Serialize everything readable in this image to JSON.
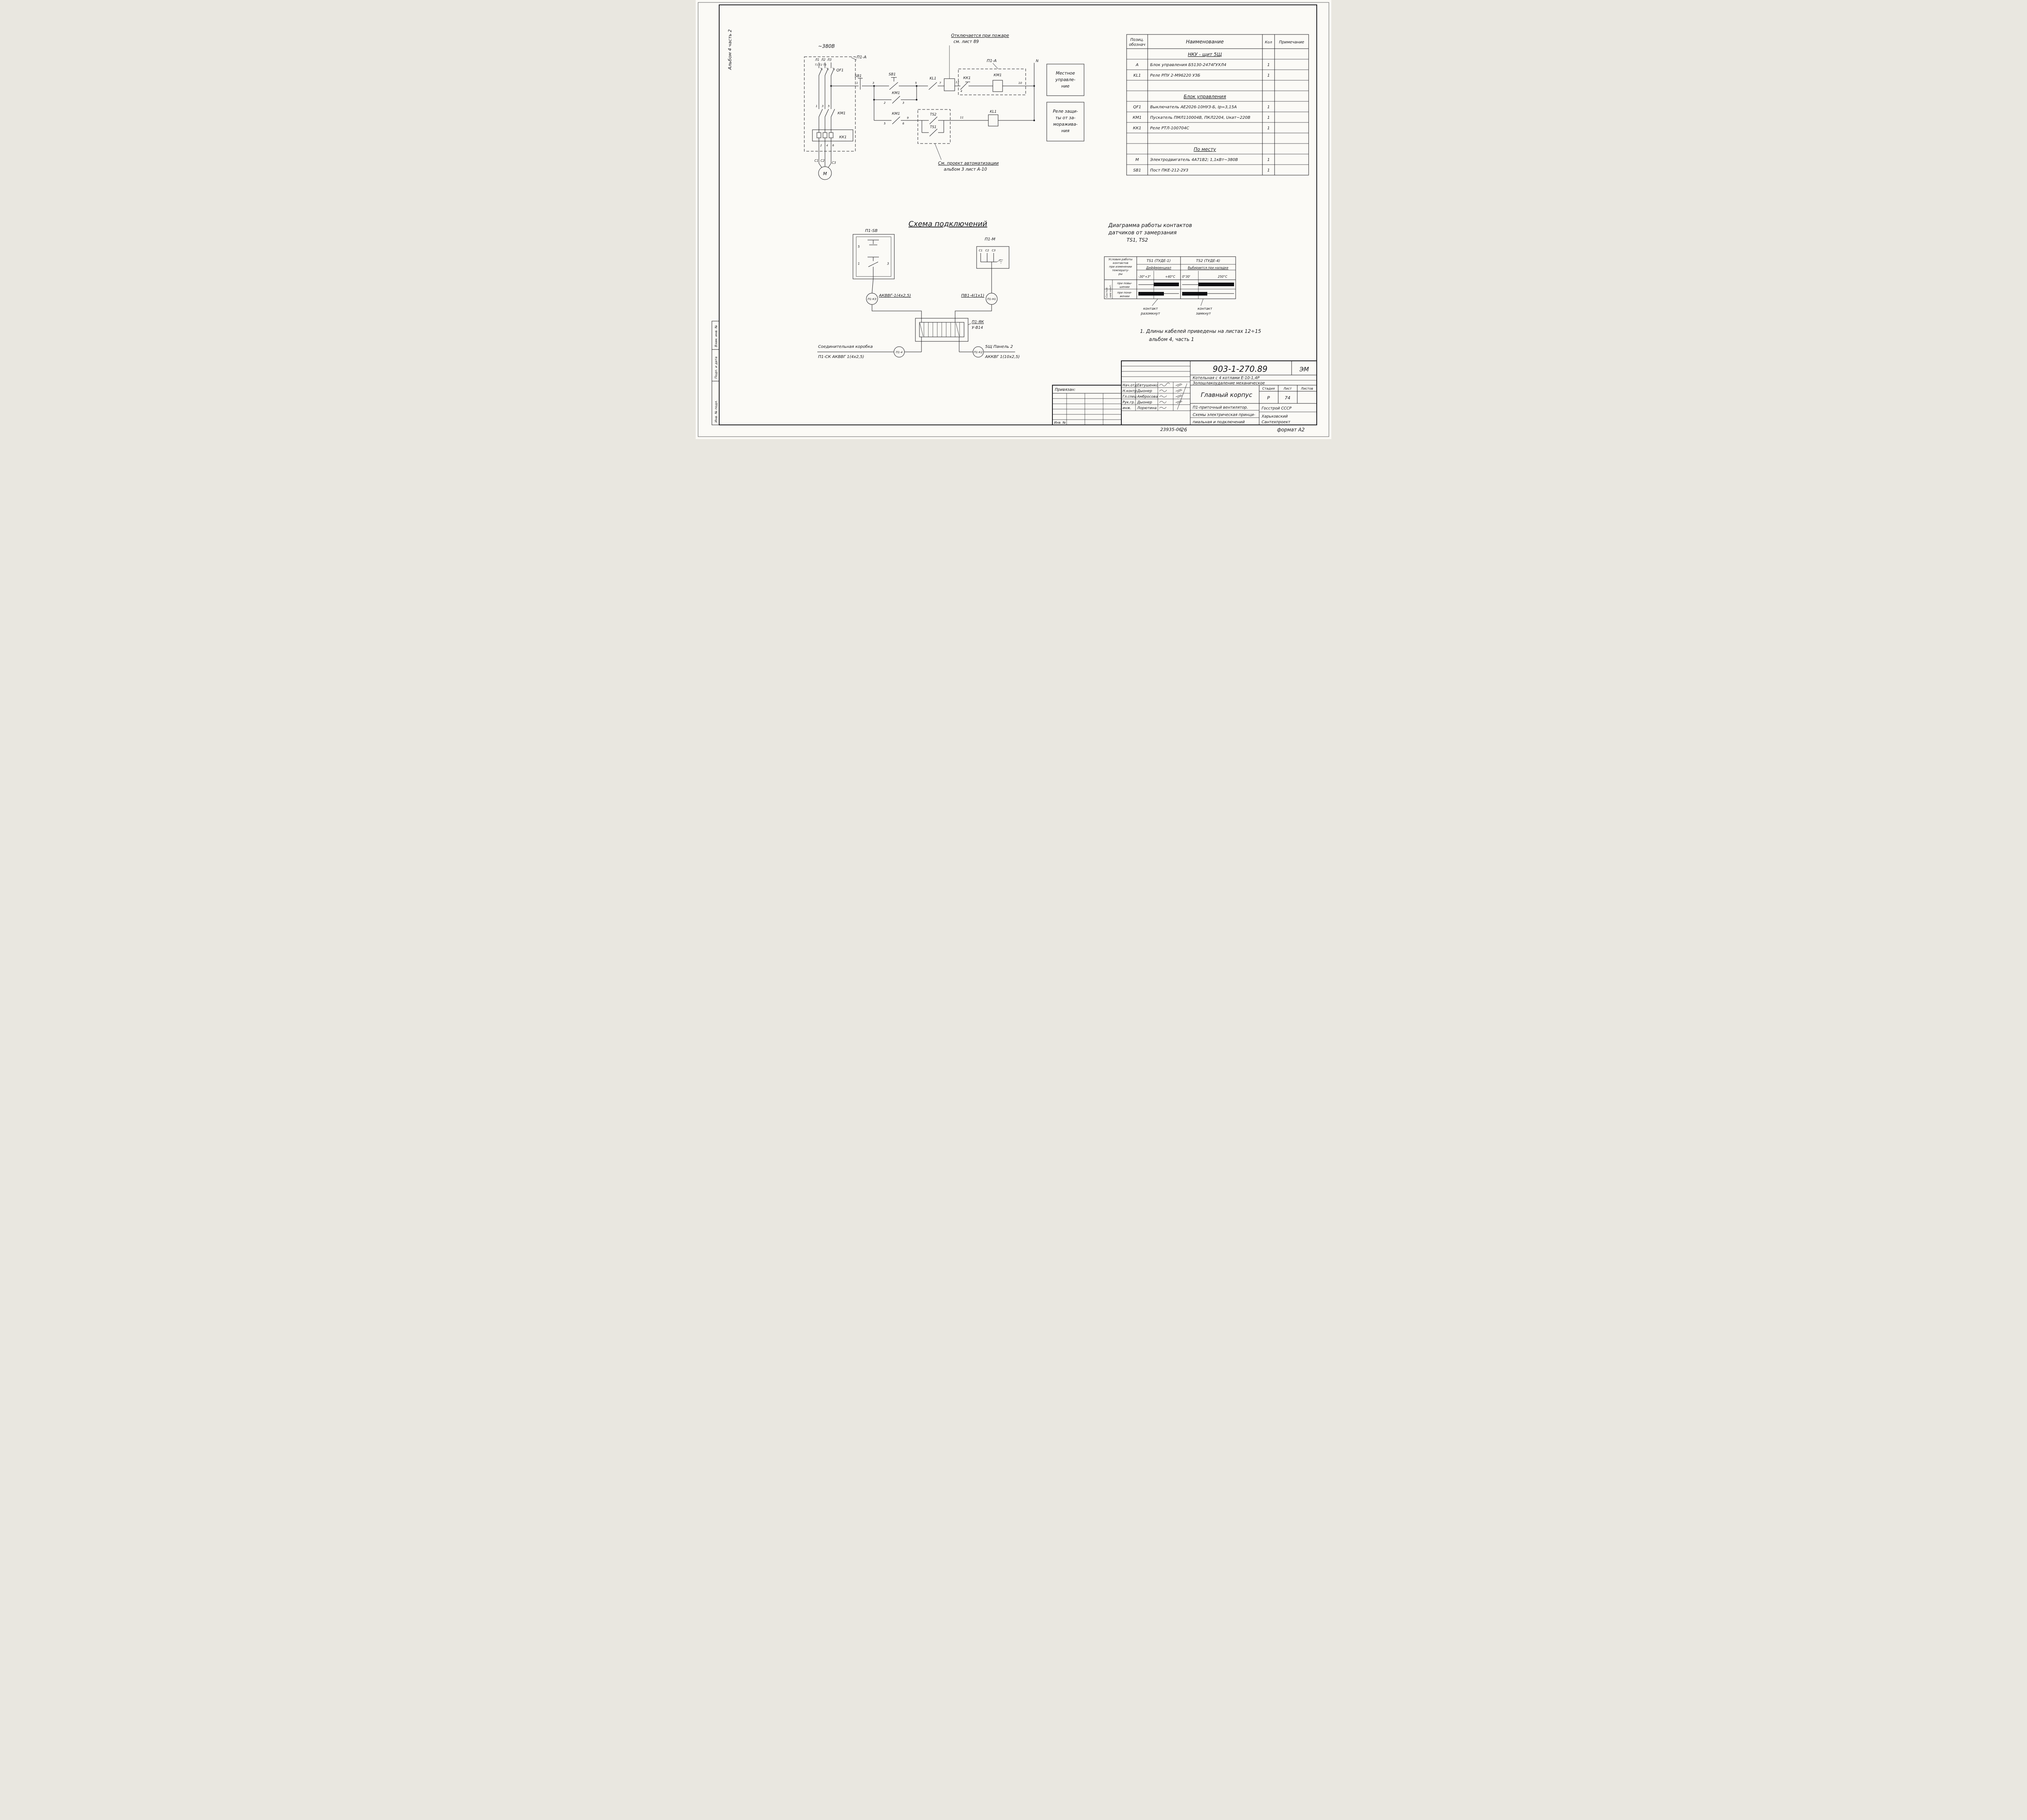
{
  "sheet": {
    "album_label": "Альбом 4 часть 2",
    "margin_labels": {
      "top": "Взам. инв. №",
      "middle": "Подп. и дата",
      "bottom": "Инв. № подл."
    },
    "footer": {
      "code": "23935-06",
      "page": "26",
      "format": "формат А2"
    }
  },
  "schematic": {
    "voltage": "~380В",
    "phase_labels": {
      "l1": "Л1",
      "l2": "Л2",
      "l3": "Л3",
      "t": "Т1 Т2 Т3"
    },
    "labels": {
      "qf1": "QF1",
      "p1a_left": "П1-А",
      "p1a_right": "П1-А",
      "km1_main": "КМ1",
      "kk1_heater": "КК1",
      "sb1_stop": "SB1",
      "sb1_start": "SB1",
      "kl1_contact": "KL1",
      "kk1_nc": "КК1",
      "km1_coil": "КМ1",
      "km1_hold": "КМ1",
      "km1_aux": "КМ1",
      "ts2": "TS2",
      "ts1": "TS1",
      "kl1_coil": "KL1",
      "n": "N",
      "motor": "М",
      "c1": "С1",
      "c2": "С2",
      "c3": "С3"
    },
    "wire_numbers": {
      "top": [
        "1",
        "3",
        "5"
      ],
      "bottom": [
        "2",
        "4",
        "6"
      ],
      "r1": [
        "1",
        "3",
        "5",
        "7",
        "13",
        "4",
        "10"
      ],
      "r2": [
        "2",
        "3"
      ],
      "r3": [
        "5",
        "6",
        "9",
        "11"
      ]
    },
    "fire_note": {
      "line1": "Отключается при пожаре",
      "line2": "см. лист 89"
    },
    "autom_note": {
      "line1": "См. проект автоматизации",
      "line2": "альбом 3 лист А-10"
    },
    "local_box": [
      "Местное",
      "управле-",
      "ние"
    ],
    "freeze_box": [
      "Реле защи-",
      "ты от за-",
      "моражива-",
      "ния"
    ]
  },
  "parts_table": {
    "header": {
      "pos1": "Позиц.",
      "pos2": "обознач",
      "name": "Наименование",
      "qty": "Кол",
      "note": "Примечание"
    },
    "rows": [
      {
        "pos": "",
        "name": "НКУ - щит 5Щ",
        "qty": ""
      },
      {
        "pos": "А",
        "name": "Блок управления Б5130-2474ГУХЛ4",
        "qty": "1"
      },
      {
        "pos": "KL1",
        "name": "Реле РПУ  2-М96220 УЗБ",
        "qty": "1"
      },
      {
        "pos": "",
        "name": "",
        "qty": ""
      },
      {
        "pos": "",
        "name": "Блок управления",
        "qty": ""
      },
      {
        "pos": "QF1",
        "name": "Выключатель АЕ2026-10НУЗ-Б, Iр=3,15А",
        "qty": "1"
      },
      {
        "pos": "КМ1",
        "name": "Пускатель ПМЛ110004В, ПКЛ2204, Uкат~220В",
        "qty": "1"
      },
      {
        "pos": "КК1",
        "name": "Реле РТЛ-100704С",
        "qty": "1"
      },
      {
        "pos": "",
        "name": "",
        "qty": ""
      },
      {
        "pos": "",
        "name": "По месту",
        "qty": ""
      },
      {
        "pos": "М",
        "name": "Электродвигатель 4А71В2; 1,1кВт~380В",
        "qty": "1"
      },
      {
        "pos": "SB1",
        "name": "Пост ПКЕ-212-2У3",
        "qty": "1"
      }
    ]
  },
  "connection": {
    "title": "Схема подключений",
    "p1sb": "П1-SB",
    "p1m": "П1-М",
    "sb_terminals": [
      "5",
      "1",
      "3"
    ],
    "m_terminals": [
      "С1",
      "С2",
      "С3"
    ],
    "marker_k3": "П1-К3",
    "marker_n1": "П1-Н1",
    "marker_4": "П1-4",
    "marker_k2": "П1-К2",
    "cable_sb": "АКВВГ-1(4х2,5)",
    "cable_m": "ПВ1-4(1х1)",
    "terminal_box": "П1-ЯК",
    "terminal_box_type": "У-В14",
    "junction_line1": "Соединительная коробка",
    "junction_line2": "П1-СК  АКВВГ 1(4х2,5)",
    "panel_line1": "5Щ Панель 2",
    "panel_line2": "АККВГ 1(10х2,5)"
  },
  "freeze": {
    "title1": "Диаграмма работы контактов",
    "title2": "датчиков от  замерзания",
    "title3": "TS1, TS2",
    "corner": [
      "Условия работы",
      "контактов",
      "при изменении",
      "температу-",
      "ры"
    ],
    "ts1_head": "TS1 (ТУДЕ-1)",
    "ts2_head": "TS2  (ТУДЕ-4)",
    "ts1_sub": "Дифференциал",
    "ts2_sub": "Выбирается при наладке",
    "ts1_lo": "-30°+3°",
    "ts1_hi": "+40°С",
    "ts2_lo": "0°30'",
    "ts2_hi": "250°С",
    "state_col": [
      "Состоя-",
      "ние конт."
    ],
    "row_up": [
      "при повы-",
      "шении"
    ],
    "row_down": [
      "при пони-",
      "жении"
    ],
    "legend_open": [
      "контакт",
      "разомкнут"
    ],
    "legend_closed": [
      "контакт",
      "замкнут"
    ]
  },
  "note": {
    "line1": "1. Длины кабелей приведены на листах 12÷15",
    "line2": "альбом 4, часть 1"
  },
  "title_block": {
    "doc_number": "903-1-270.89",
    "doc_code": "ЭМ",
    "object_line1": "Котельная с 4 котлами Е-10-1,4Р",
    "object_line2": "Золошлакоудаление механическое",
    "drawing_title": "Главный корпус",
    "desc": [
      "П1-приточный вентилятор.",
      "Схемы электрическая принци-",
      "пиальная и подключений"
    ],
    "org": [
      "Госстрой СССР",
      "Харьковский",
      "Сантехпроект"
    ],
    "stage_label": "Стадия",
    "sheet_label": "Лист",
    "sheets_label": "Листов",
    "stage": "Р",
    "sheet_no": "74",
    "attached_label": "Привязан:",
    "inv_label": "Инв. №",
    "roles": [
      {
        "role": "Нач.отд",
        "name": "Евтушенко"
      },
      {
        "role": "Н.контр",
        "name": "Дыонер"
      },
      {
        "role": "Гл.спец",
        "name": "Амбросова"
      },
      {
        "role": "Рук.гр.",
        "name": "Дыонер"
      },
      {
        "role": "инж.",
        "name": "Лорютина"
      }
    ]
  }
}
